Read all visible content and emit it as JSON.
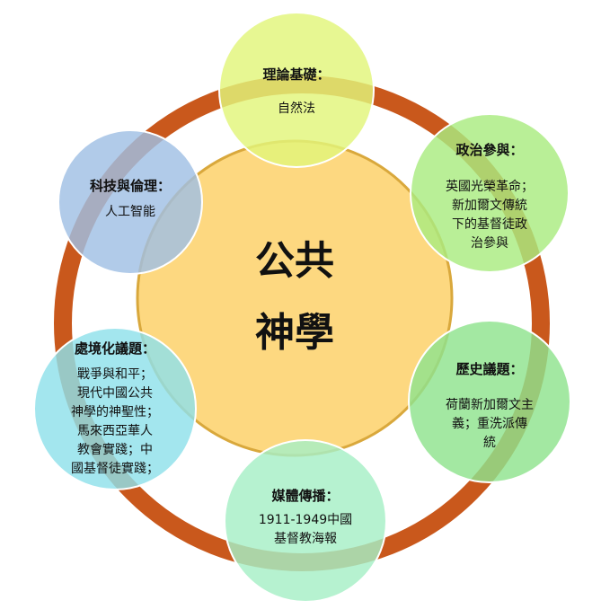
{
  "center": {
    "lines": [
      "公共",
      "神學"
    ]
  },
  "nodes": [
    {
      "title": "理論基礎：",
      "lines": [
        "自然法"
      ],
      "color": "#e2f57a"
    },
    {
      "title": "政治參與：",
      "lines": [
        "英國光榮革命；",
        "新加爾文傳統",
        "下的基督徒政",
        "治參與"
      ],
      "color": "#a9ec80"
    },
    {
      "title": "歷史議題：",
      "lines": [
        "荷蘭新加爾文主",
        "義；重洗派傳",
        "統"
      ],
      "color": "#8fe38e"
    },
    {
      "title": "媒體傳播：",
      "lines": [
        "1911-1949中國",
        "基督教海報"
      ],
      "color": "#a6efc6"
    },
    {
      "title": "處境化議題：",
      "lines": [
        "戰爭與和平；",
        "現代中國公共",
        "神學的神聖性；",
        "馬來西亞華人",
        "教會實踐；中",
        "國基督徒實踐；"
      ],
      "color": "#8fe0ea"
    },
    {
      "title": "科技與倫理：",
      "lines": [
        "人工智能"
      ],
      "color": "#a0bfe4"
    }
  ],
  "colors": {
    "ring": "#c9581c",
    "center_fill": "#fdd880",
    "center_stroke": "#d9a83c"
  }
}
